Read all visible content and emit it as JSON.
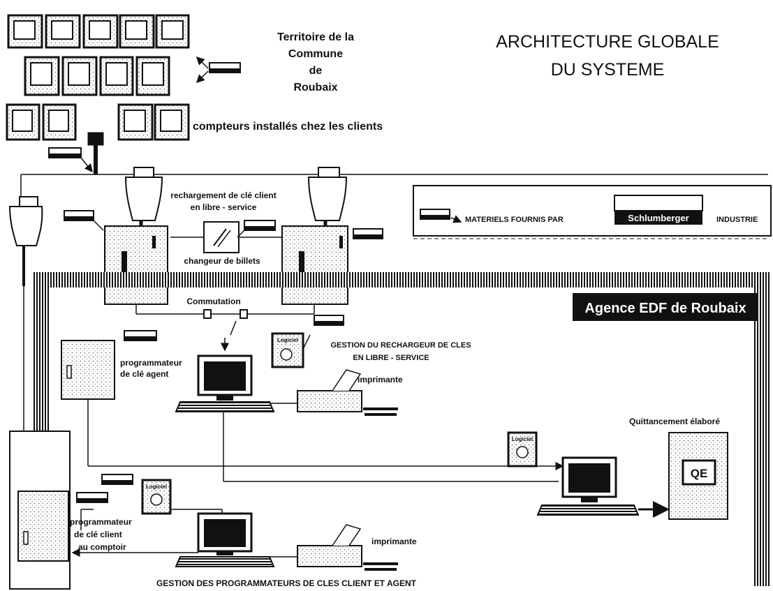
{
  "title": {
    "line1": "ARCHITECTURE GLOBALE",
    "line2": "DU SYSTEME"
  },
  "territory": {
    "line1": "Territoire de la",
    "line2": "Commune",
    "line3": "de",
    "line4": "Roubaix"
  },
  "meters_label": "compteurs installés chez les clients",
  "recharge_label": {
    "line1": "rechargement de clé client",
    "line2": "en libre - service"
  },
  "bill_changer_label": "changeur de billets",
  "switching_label": "Commutation",
  "legend": {
    "text": "MATERIELS FOURNIS PAR",
    "brand": "Schlumberger",
    "suffix": "INDUSTRIE"
  },
  "agency_label": "Agence EDF de Roubaix",
  "recharger_mgmt": {
    "line1": "GESTION DU RECHARGEUR DE CLES",
    "line2": "EN LIBRE - SERVICE"
  },
  "agent_programmer": {
    "line1": "programmateur",
    "line2": "de clé agent"
  },
  "printer_label_1": "imprimante",
  "printer_label_2": "imprimante",
  "software_label": "Logiciel",
  "billing_label": "Quittancement élaboré",
  "billing_doc": "QE",
  "client_programmer": {
    "line1": "programmateur",
    "line2": "de clé client",
    "line3": "au comptoir"
  },
  "programmers_mgmt": "GESTION DES PROGRAMMATEURS DE CLES CLIENT ET AGENT",
  "colors": {
    "ink": "#111111",
    "paper": "#ffffff",
    "stipple": "#cfcfcf"
  }
}
